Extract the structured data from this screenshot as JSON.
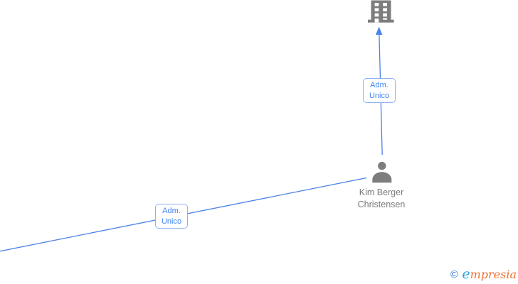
{
  "diagram": {
    "company_node": {
      "icon": "building-icon"
    },
    "person_node": {
      "icon": "person-icon",
      "name_line1": "Kim Berger",
      "name_line2": "Christensen"
    },
    "edge_labels": [
      {
        "line1": "Adm.",
        "line2": "Unico"
      },
      {
        "line1": "Adm.",
        "line2": "Unico"
      }
    ]
  },
  "watermark": {
    "copyright_symbol": "©",
    "brand_initial": "e",
    "brand_rest": "mpresia"
  },
  "colors": {
    "edge": "#4d82e8",
    "edge_label_border": "#8fb3f3",
    "edge_label_text": "#4285f4",
    "node_icon": "#7d7d7d",
    "icon_window": "#ffffff",
    "person_name_text": "#7a7a7a",
    "watermark_copyright": "#2f7cdb",
    "watermark_brand_initial": "#2ea3db",
    "watermark_brand_rest": "#ef7030"
  }
}
